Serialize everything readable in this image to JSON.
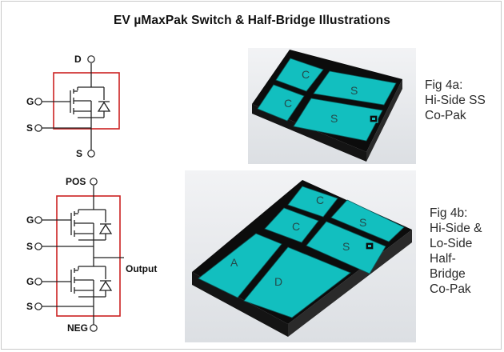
{
  "title": "EV µMaxPak Switch & Half-Bridge Illustrations",
  "switch_schematic": {
    "pins": {
      "drain": "D",
      "gate": "G",
      "source_top": "S",
      "source_bottom": "S"
    }
  },
  "half_bridge_schematic": {
    "pins": {
      "pos": "POS",
      "gate_high": "G",
      "source_high": "S",
      "gate_low": "G",
      "source_low": "S",
      "neg": "NEG",
      "output": "Output"
    }
  },
  "fig4a": {
    "caption_lines": [
      "Fig 4a:",
      "Hi-Side SS",
      "Co-Pak"
    ],
    "pad_labels": [
      "C",
      "S",
      "C",
      "S"
    ]
  },
  "fig4b": {
    "caption_lines": [
      "Fig 4b:",
      "Hi-Side &",
      "Lo-Side",
      "Half-",
      "Bridge",
      "Co-Pak"
    ],
    "pad_labels": [
      "C",
      "C",
      "S",
      "S",
      "A",
      "D"
    ]
  },
  "colors": {
    "pad": "#12bfbf",
    "package_body": "#0c0c0c",
    "package_side": "#1a1a1a",
    "frame_box": "#cc2222",
    "wire": "#222222",
    "background_panel": "#e7e9ec"
  }
}
